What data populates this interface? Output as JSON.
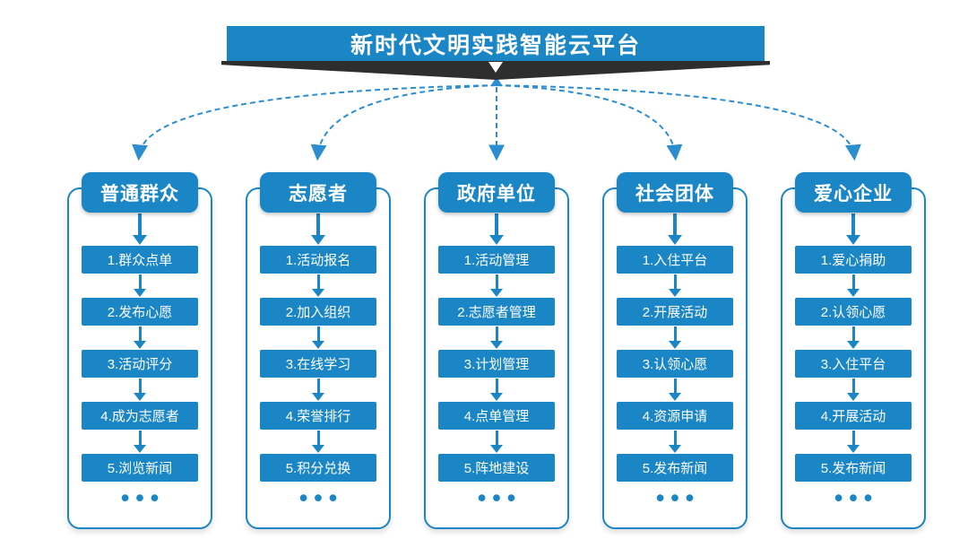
{
  "title": {
    "text": "新时代文明实践智能云平台"
  },
  "banner": {
    "down_arrow": "▼"
  },
  "columns": [
    {
      "header": "普通群众",
      "steps": [
        "1.群众点单",
        "2.发布心愿",
        "3.活动评分",
        "4.成为志愿者",
        "5.浏览新闻"
      ],
      "more": "•••"
    },
    {
      "header": "志愿者",
      "steps": [
        "1.活动报名",
        "2.加入组织",
        "3.在线学习",
        "4.荣誉排行",
        "5.积分兑换"
      ],
      "more": "•••"
    },
    {
      "header": "政府单位",
      "steps": [
        "1.活动管理",
        "2.志愿者管理",
        "3.计划管理",
        "4.点单管理",
        "5.阵地建设"
      ],
      "more": "•••"
    },
    {
      "header": "社会团体",
      "steps": [
        "1.入住平台",
        "2.开展活动",
        "3.认领心愿",
        "4.资源申请",
        "5.发布新闻"
      ],
      "more": "•••"
    },
    {
      "header": "爱心企业",
      "steps": [
        "1.爱心捐助",
        "2.认领心愿",
        "3.入住平台",
        "4.开展活动",
        "5.发布新闻"
      ],
      "more": "•••"
    }
  ],
  "colors": {
    "primary_blue": "#1b86c5",
    "connector_blue": "#2b8ed0",
    "ribbon_dark": "#2e2e2e",
    "text_white": "#ffffff",
    "background": "#ffffff"
  }
}
